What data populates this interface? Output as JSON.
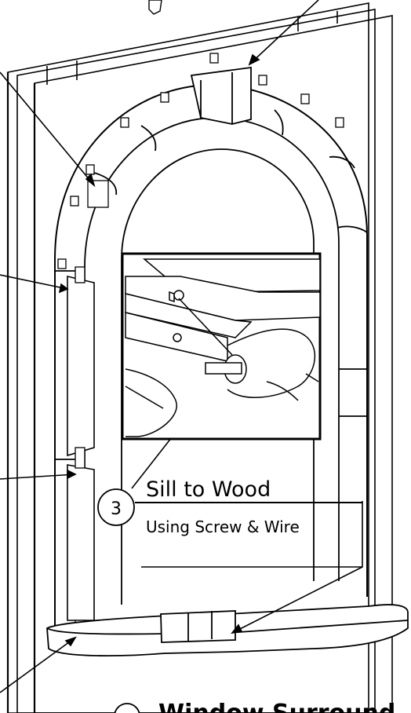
{
  "callout": {
    "step_number": "3",
    "title": "Sill to Wood",
    "subtitle": "Using Screw & Wire"
  },
  "footer": {
    "title": "Window Surround"
  },
  "colors": {
    "line": "#000000",
    "background": "#ffffff",
    "shade": "#e6e6e6"
  }
}
